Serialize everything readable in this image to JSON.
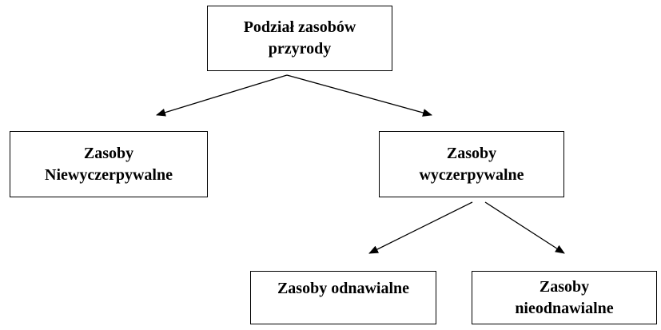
{
  "diagram": {
    "root": {
      "line1": "Podział zasobów",
      "line2": "przyrody"
    },
    "left": {
      "line1": "Zasoby",
      "line2": "Niewyczerpywalne"
    },
    "right": {
      "line1": "Zasoby",
      "line2": "wyczerpywalne"
    },
    "right_left": {
      "line1": "Zasoby odnawialne"
    },
    "right_right": {
      "line1": "Zasoby",
      "line2": "nieodnawialne"
    }
  },
  "colors": {
    "stroke": "#000000",
    "background": "#ffffff"
  }
}
